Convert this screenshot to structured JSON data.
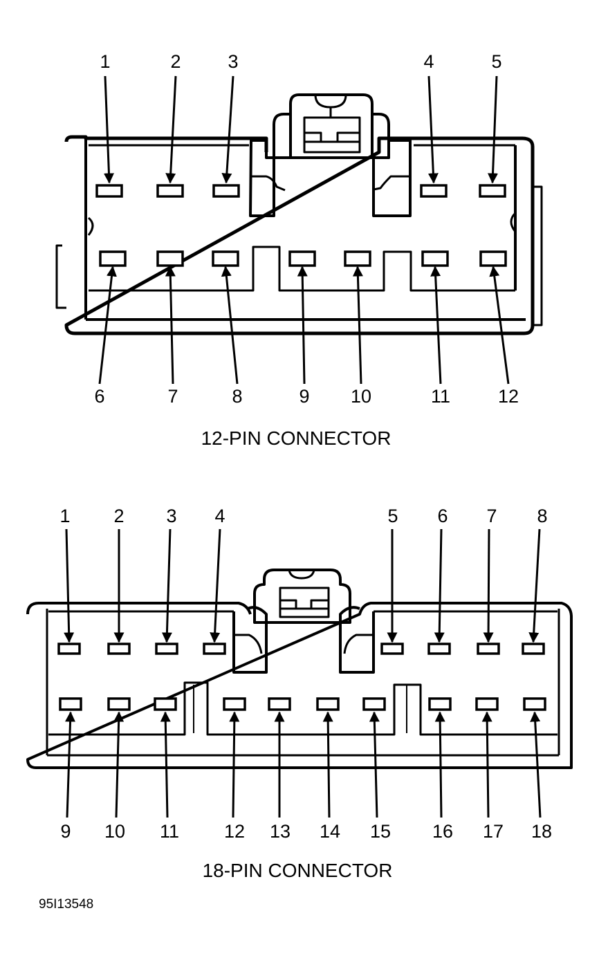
{
  "diagram": {
    "connectors": [
      {
        "title": "12-PIN CONNECTOR",
        "top_row_pins": [
          "1",
          "2",
          "3",
          "4",
          "5"
        ],
        "bottom_row_pins": [
          "6",
          "7",
          "8",
          "9",
          "10",
          "11",
          "12"
        ]
      },
      {
        "title": "18-PIN CONNECTOR",
        "top_row_pins": [
          "1",
          "2",
          "3",
          "4",
          "5",
          "6",
          "7",
          "8"
        ],
        "bottom_row_pins": [
          "9",
          "10",
          "11",
          "12",
          "13",
          "14",
          "15",
          "16",
          "17",
          "18"
        ]
      }
    ],
    "figure_code": "95I13548"
  }
}
